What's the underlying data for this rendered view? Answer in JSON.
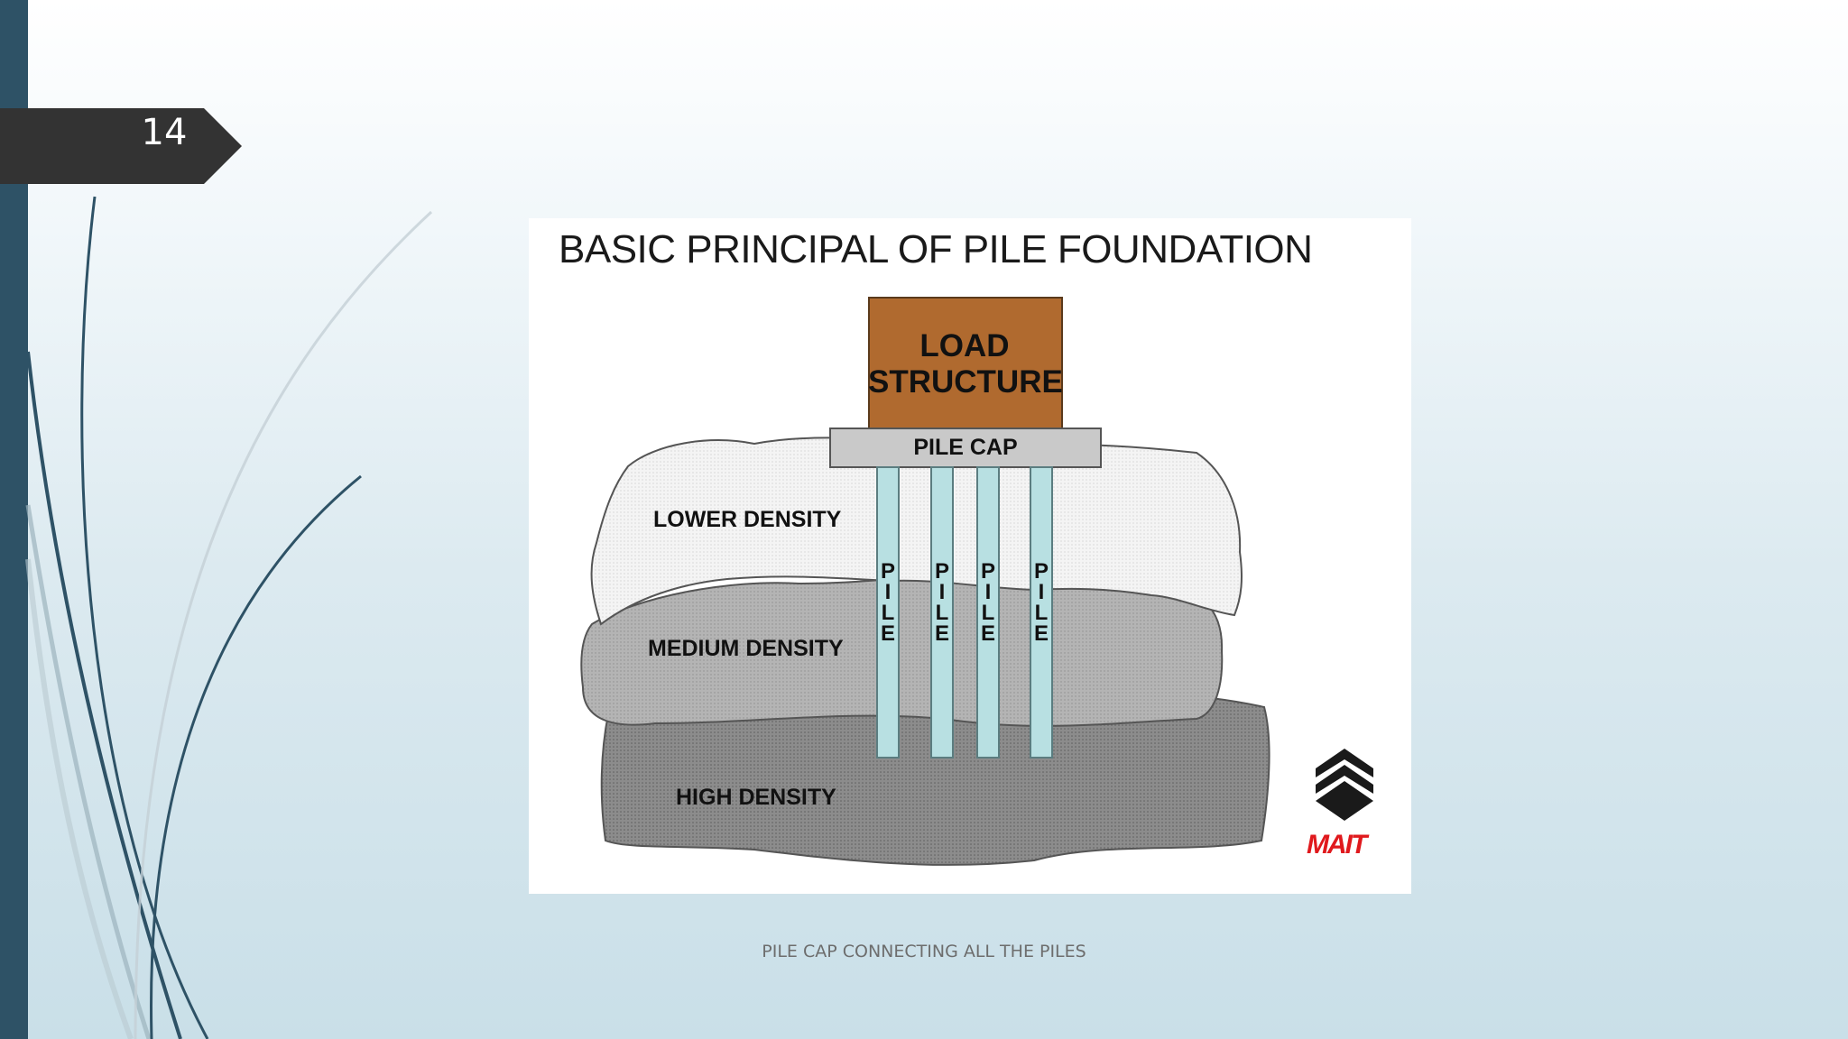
{
  "slide": {
    "number": "14",
    "caption": "PILE CAP CONNECTING ALL THE PILES"
  },
  "figure": {
    "title": "BASIC PRINCIPAL OF PILE FOUNDATION",
    "load_label_line1": "LOAD",
    "load_label_line2": "STRUCTURE",
    "pile_cap_label": "PILE CAP",
    "pile_label": "PILE",
    "layers": {
      "lower": "LOWER DENSITY",
      "medium": "MEDIUM DENSITY",
      "high": "HIGH DENSITY"
    },
    "logo_text": "MAIT"
  },
  "colors": {
    "accent_bar": "#2e5266",
    "number_tag": "#333333",
    "load_box": "#b06a2f",
    "pile_cap": "#c9c9c9",
    "pile": "#b8e0e2",
    "lower_layer": "#f5f5f5",
    "medium_layer": "#b3b3b3",
    "high_layer": "#8a8a8a",
    "logo_red": "#e0191d"
  }
}
